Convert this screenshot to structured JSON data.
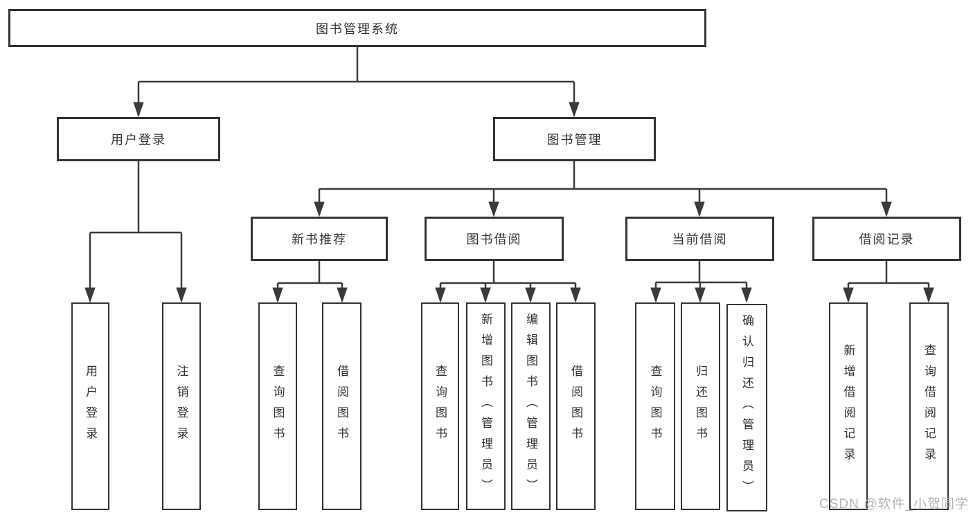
{
  "diagram": {
    "root": {
      "label": "图书管理系统"
    },
    "level2": [
      {
        "label": "用户登录"
      },
      {
        "label": "图书管理"
      }
    ],
    "level3": [
      {
        "label": "新书推荐"
      },
      {
        "label": "图书借阅"
      },
      {
        "label": "当前借阅"
      },
      {
        "label": "借阅记录"
      }
    ],
    "leaves": [
      {
        "label": "用户登录"
      },
      {
        "label": "注销登录"
      },
      {
        "label": "查询图书"
      },
      {
        "label": "借阅图书"
      },
      {
        "label": "查询图书"
      },
      {
        "label": "新增图书（管理员）"
      },
      {
        "label": "编辑图书（管理员）"
      },
      {
        "label": "借阅图书"
      },
      {
        "label": "查询图书"
      },
      {
        "label": "归还图书"
      },
      {
        "label": "确认归还（管理员）"
      },
      {
        "label": "新增借阅记录"
      },
      {
        "label": "查询借阅记录"
      }
    ]
  },
  "watermark": {
    "text": "CSDN @软件_小贺同学"
  },
  "colors": {
    "line": "#3a3a3a",
    "box_border": "#333333",
    "text": "#333333",
    "watermark": "#b5b5b5",
    "background": "#ffffff"
  }
}
